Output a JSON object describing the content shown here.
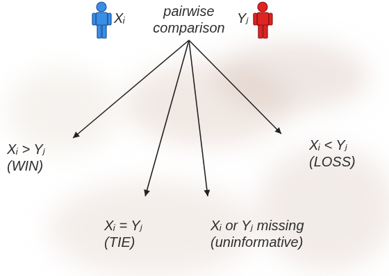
{
  "diagram": {
    "nodes": [
      {
        "text": [
          "pairwise comparison"
        ]
      },
      {
        "text": [
          "Xᵢ > Yⱼ",
          "(WIN)"
        ]
      },
      {
        "text": [
          "Xᵢ = Yⱼ",
          "(TIE)"
        ]
      },
      {
        "text": [
          "Xᵢ or Yⱼ missing",
          "(uninformative)"
        ]
      },
      {
        "text": [
          "Xᵢ < Yⱼ",
          "(LOSS)"
        ]
      }
    ],
    "edges": [
      {
        "from": 0,
        "to": 1,
        "arrow": "to"
      },
      {
        "from": 0,
        "to": 2,
        "arrow": "to"
      },
      {
        "from": 0,
        "to": 3,
        "arrow": "to"
      },
      {
        "from": 0,
        "to": 4,
        "arrow": "to"
      }
    ],
    "labels": [
      "Xᵢ",
      "Yⱼ"
    ]
  }
}
